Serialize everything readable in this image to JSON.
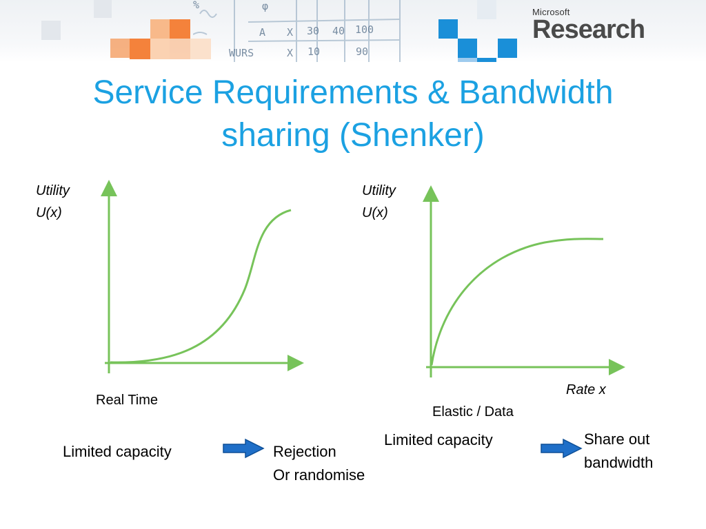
{
  "header": {
    "brand_top": "Microsoft",
    "brand_main": "Research"
  },
  "slide": {
    "title_line1": "Service Requirements & Bandwidth",
    "title_line2": "sharing (Shenker)"
  },
  "colors": {
    "title": "#1ba1e2",
    "curve": "#77c35a",
    "arrow": "#1f6fc8",
    "tile_orange": "#f4823b",
    "tile_blue": "#1a8fd8"
  },
  "left_graph": {
    "y_label_line1": "Utility",
    "y_label_line2": "U(x)",
    "caption": "Real Time",
    "curve_type": "sigmoid"
  },
  "right_graph": {
    "y_label_line1": "Utility",
    "y_label_line2": "U(x)",
    "x_label": "Rate x",
    "caption": "Elastic / Data",
    "curve_type": "concave"
  },
  "notes": {
    "left_condition": "Limited capacity",
    "left_result_line1": "Rejection",
    "left_result_line2": "Or randomise",
    "right_condition": "Limited capacity",
    "right_result_line1": "Share out",
    "right_result_line2": "bandwidth"
  },
  "icons": {
    "arrow": "block-arrow-right-icon"
  }
}
